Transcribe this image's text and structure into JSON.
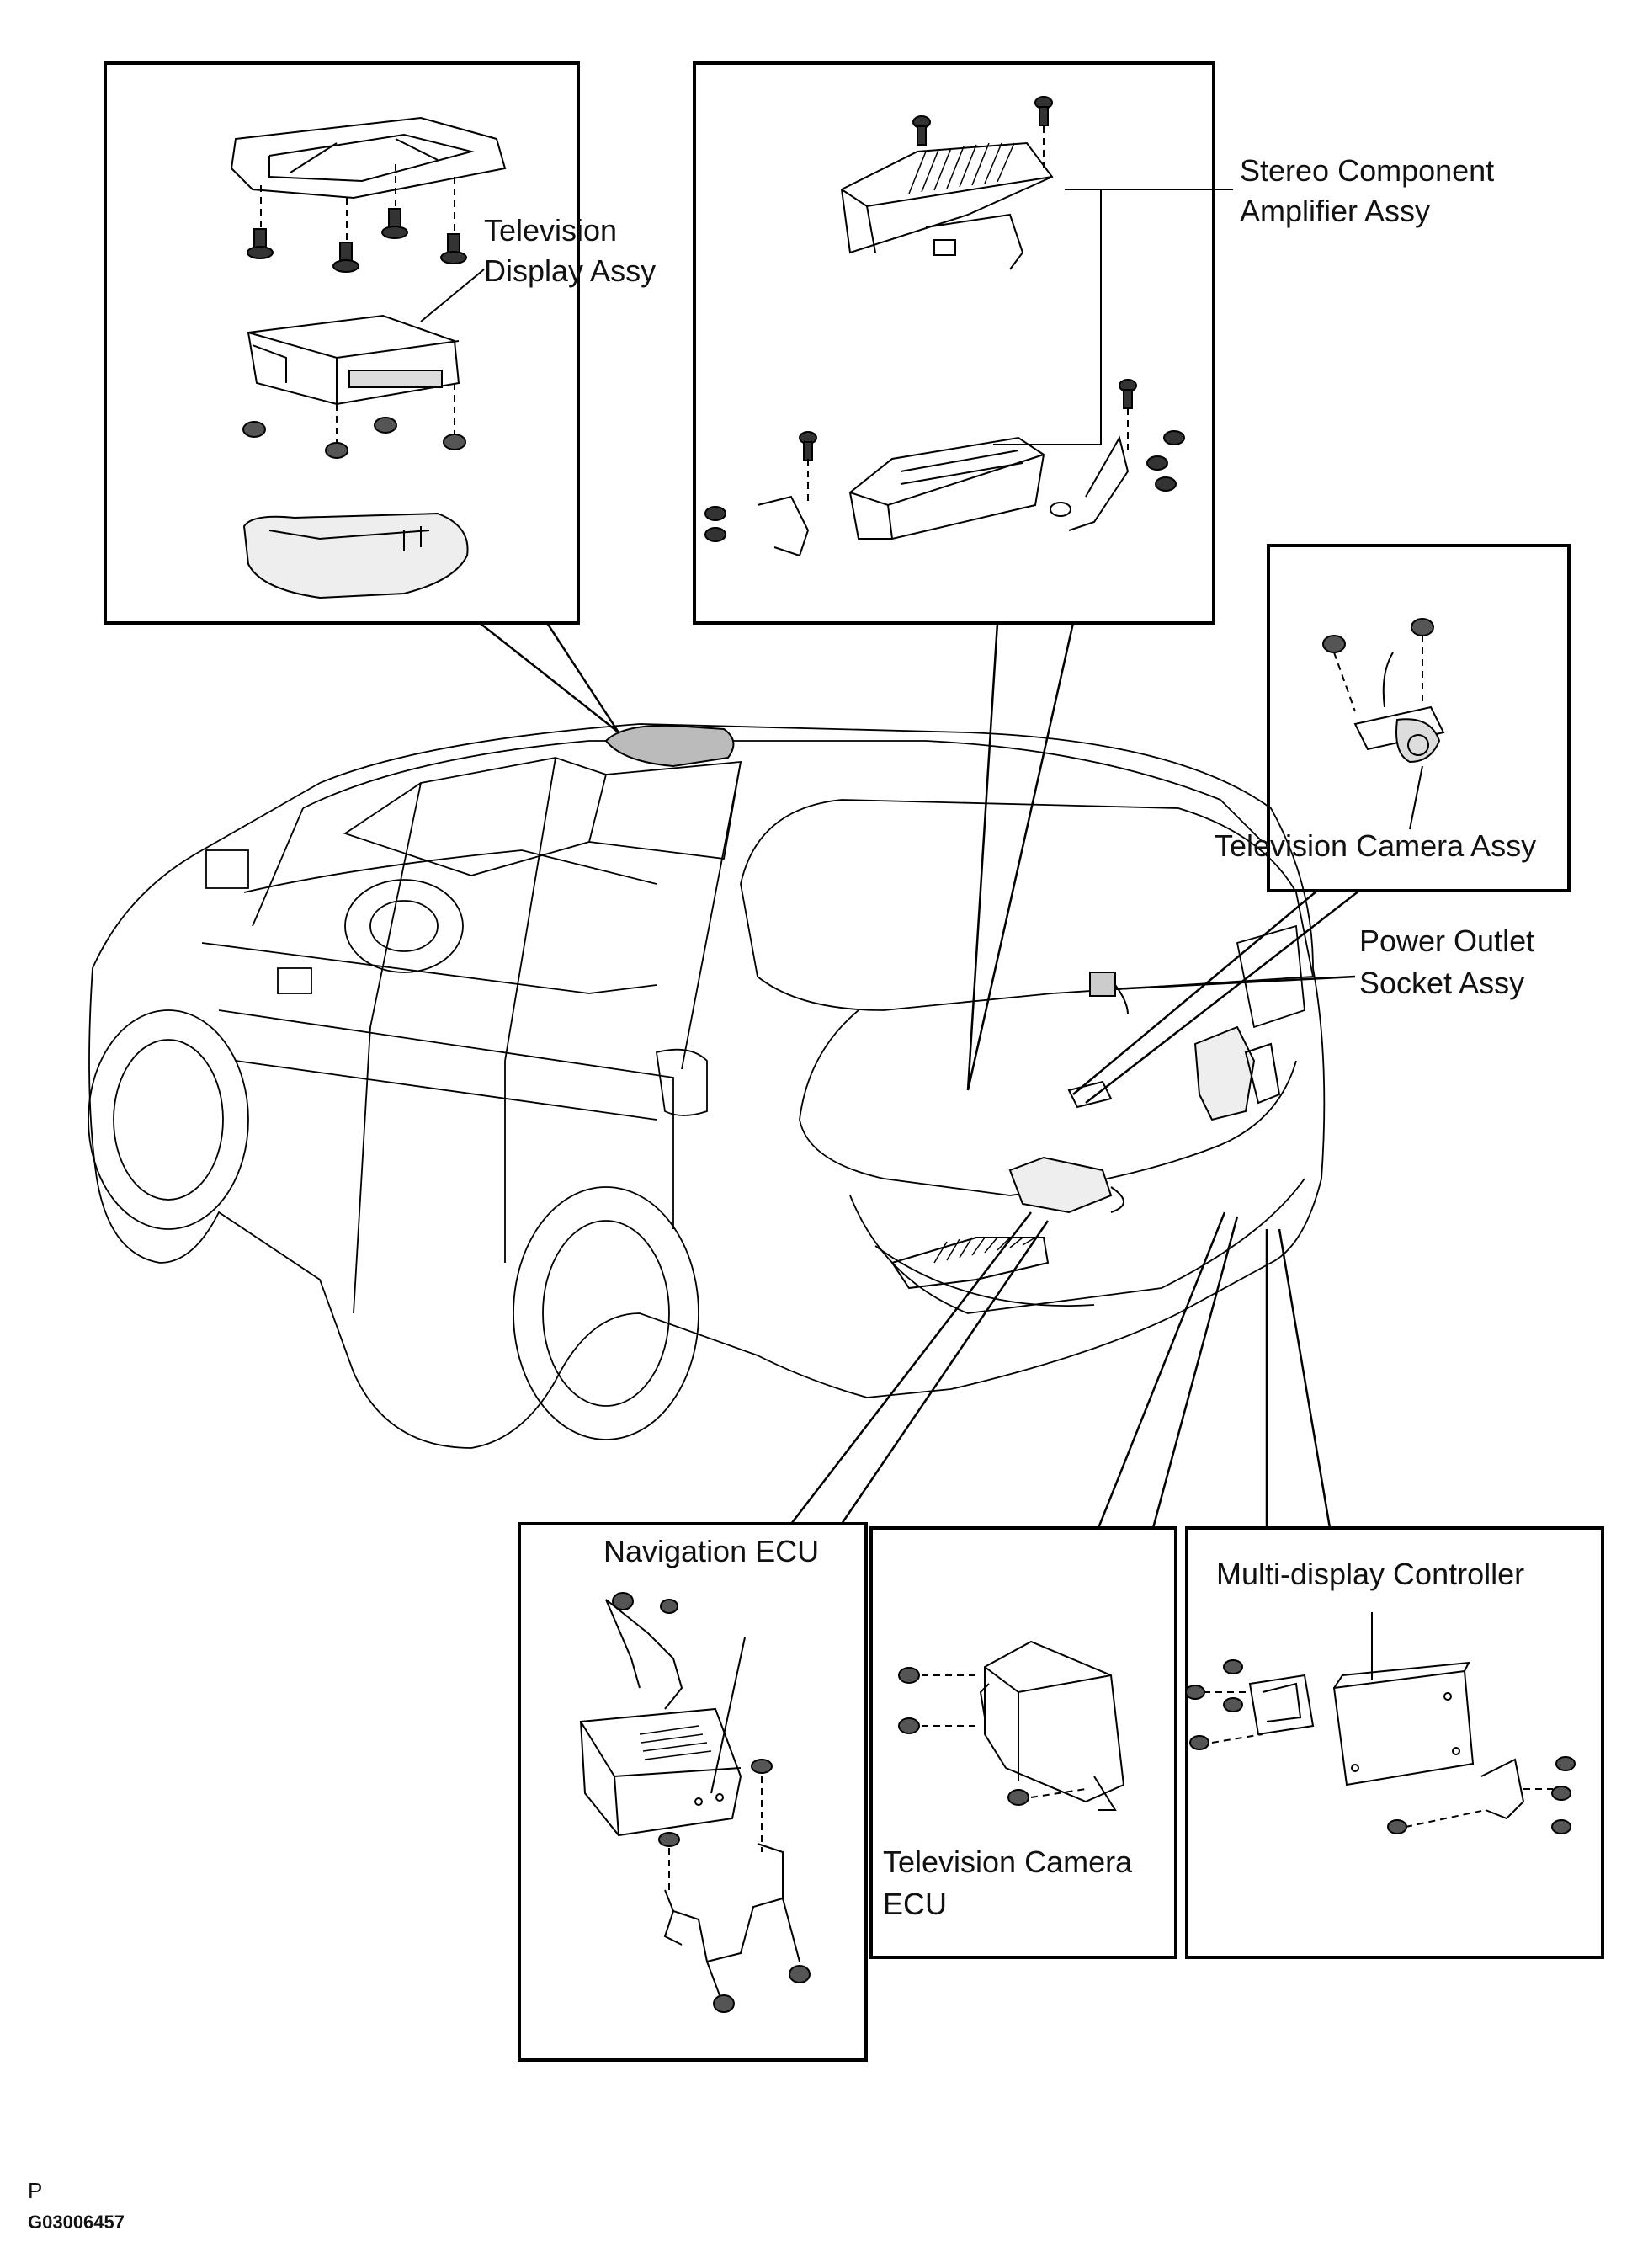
{
  "labels": {
    "tv_display_1": "Television",
    "tv_display_2": "Display Assy",
    "stereo_1": "Stereo Component",
    "stereo_2": "Amplifier Assy",
    "tv_camera": "Television Camera Assy",
    "power_1": "Power Outlet",
    "power_2": "Socket Assy",
    "nav_ecu": "Navigation ECU",
    "tv_cam_ecu_1": "Television Camera",
    "tv_cam_ecu_2": "ECU",
    "multi": "Multi-display Controller"
  },
  "footer": {
    "mark": "P",
    "code": "G03006457"
  }
}
